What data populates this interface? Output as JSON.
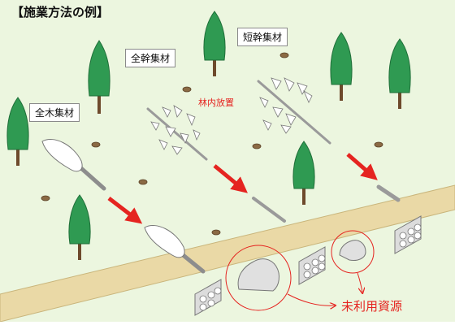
{
  "title": "【施業方法の例】",
  "methods": [
    {
      "id": "whole-tree",
      "label": "全木集材"
    },
    {
      "id": "whole-stem",
      "label": "全幹集材"
    },
    {
      "id": "short-log",
      "label": "短幹集材"
    }
  ],
  "annotations": {
    "left_in_forest": "林内放置",
    "unused_resource": "未利用資源"
  },
  "colors": {
    "background": "#ecf6df",
    "road": "#ead9a6",
    "road_border": "#c9b57b",
    "tree": "#2f9a52",
    "trunk": "#6e4a2c",
    "flow_arrow": "#e52420",
    "accent_red": "#e52420"
  }
}
